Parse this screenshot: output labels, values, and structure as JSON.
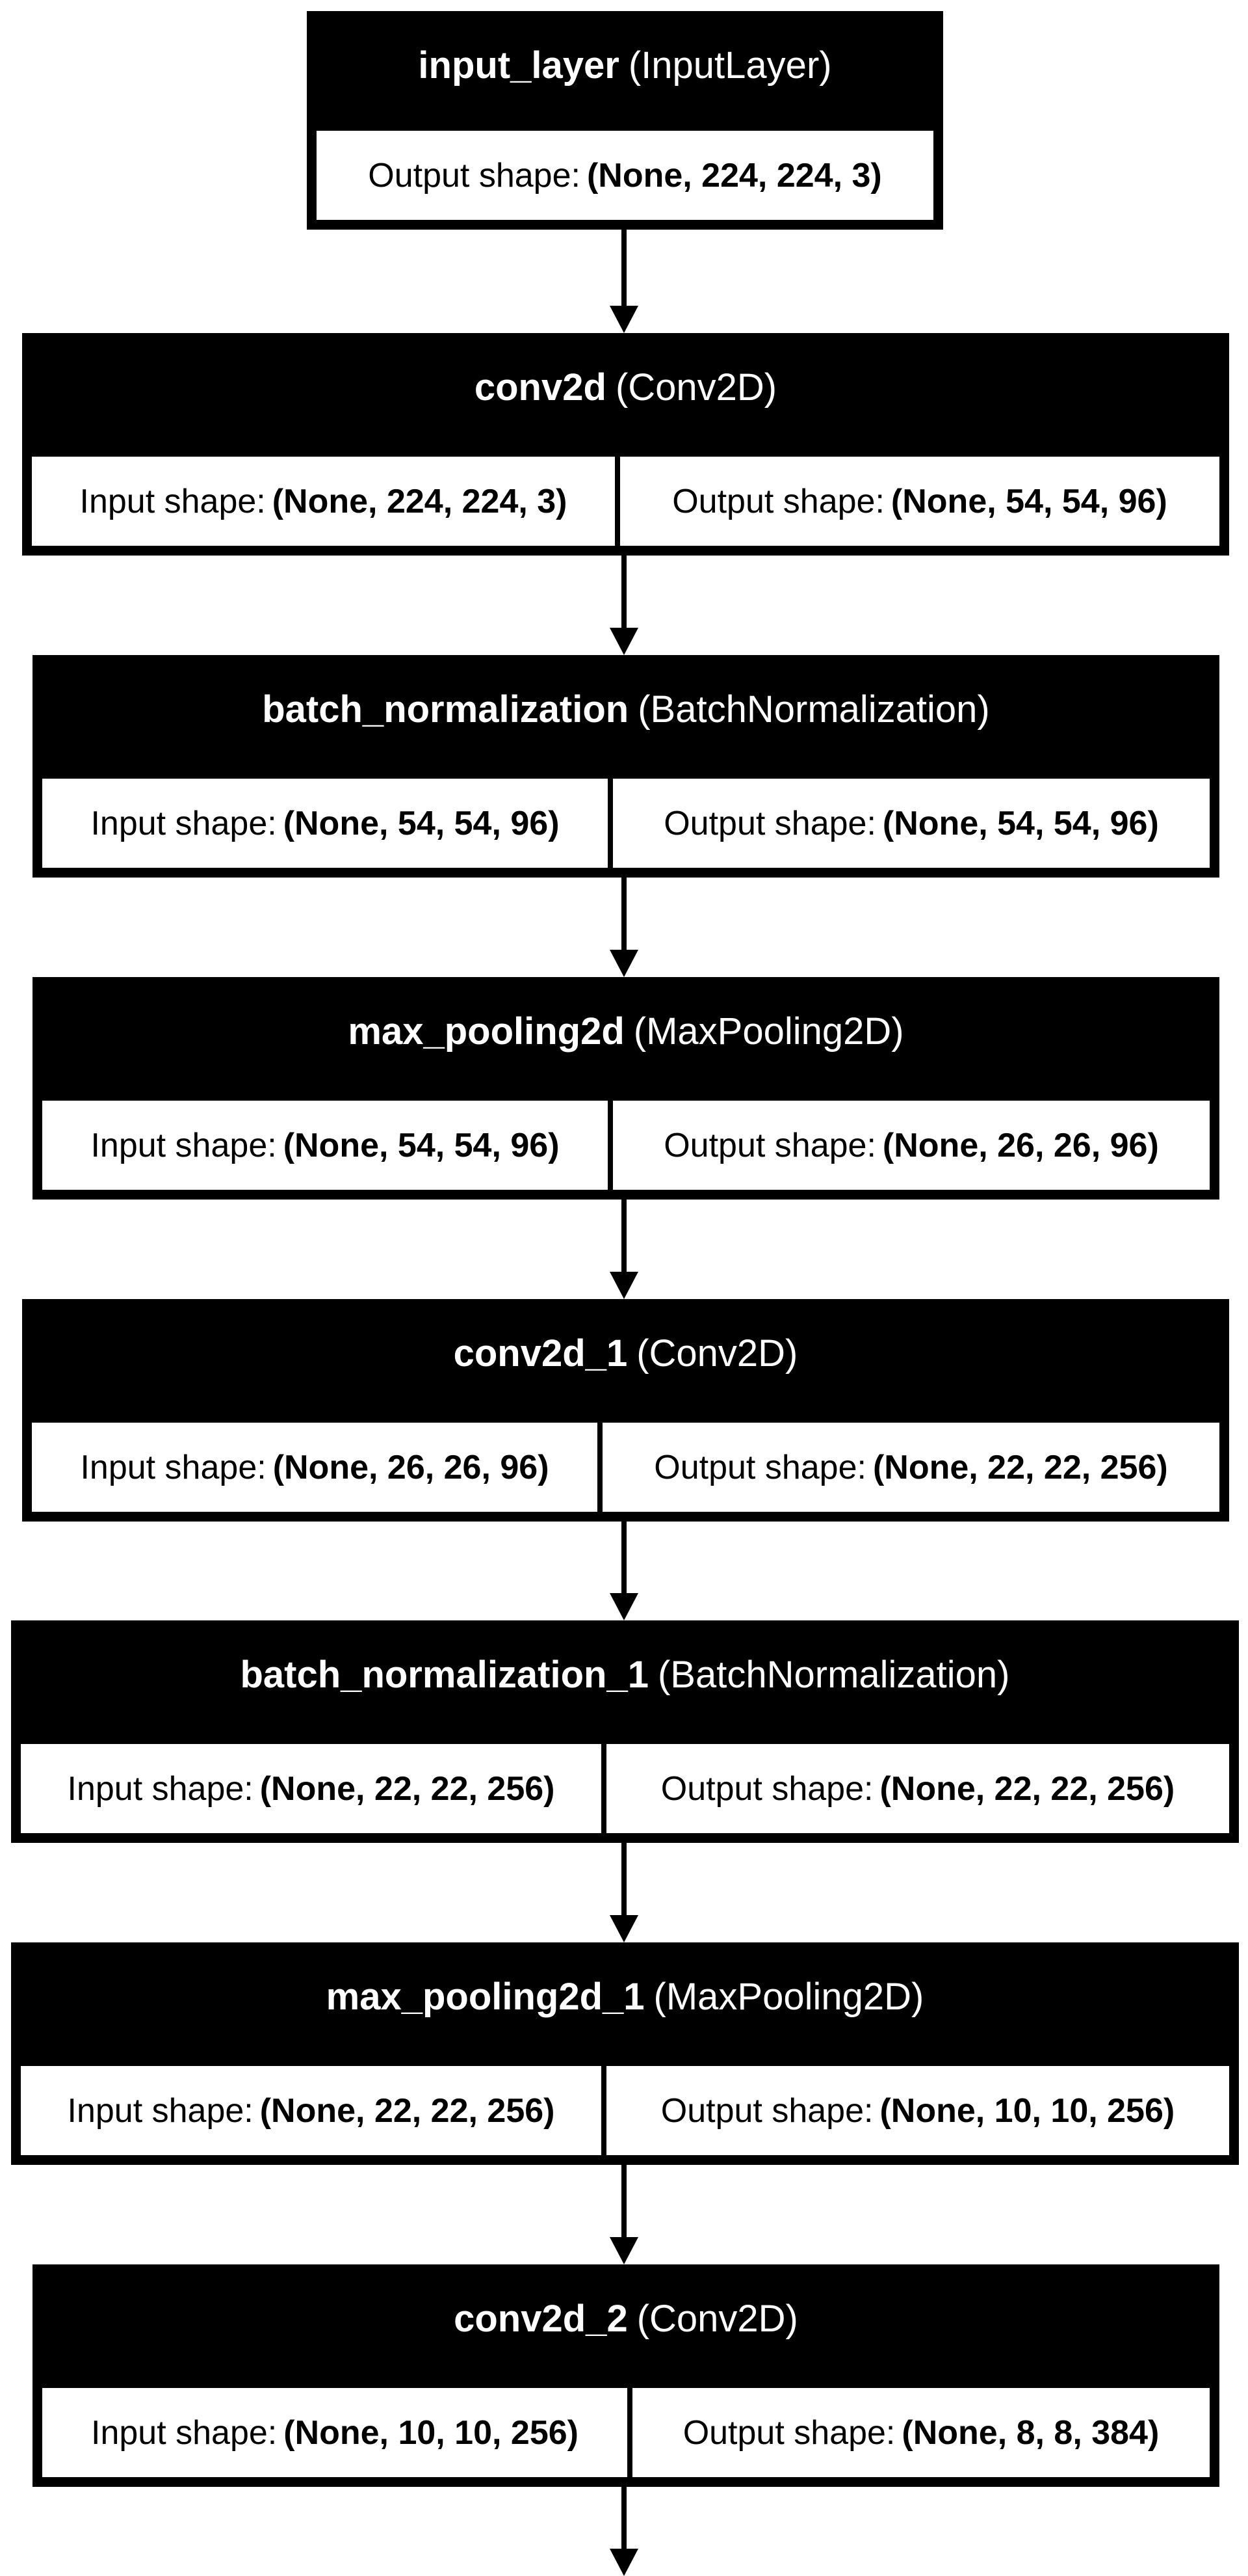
{
  "layers": [
    {
      "id": "input_layer",
      "name": "input_layer",
      "type": "(InputLayer)",
      "input_label": "",
      "input_shape": "",
      "output_label": "Output shape:",
      "output_shape": "(None, 224, 224, 3)"
    },
    {
      "id": "conv2d",
      "name": "conv2d",
      "type": "(Conv2D)",
      "input_label": "Input shape:",
      "input_shape": "(None, 224, 224, 3)",
      "output_label": "Output shape:",
      "output_shape": "(None, 54, 54, 96)"
    },
    {
      "id": "batch_normalization",
      "name": "batch_normalization",
      "type": "(BatchNormalization)",
      "input_label": "Input shape:",
      "input_shape": "(None, 54, 54, 96)",
      "output_label": "Output shape:",
      "output_shape": "(None, 54, 54, 96)"
    },
    {
      "id": "max_pooling2d",
      "name": "max_pooling2d",
      "type": "(MaxPooling2D)",
      "input_label": "Input shape:",
      "input_shape": "(None, 54, 54, 96)",
      "output_label": "Output shape:",
      "output_shape": "(None, 26, 26, 96)"
    },
    {
      "id": "conv2d_1",
      "name": "conv2d_1",
      "type": "(Conv2D)",
      "input_label": "Input shape:",
      "input_shape": "(None, 26, 26, 96)",
      "output_label": "Output shape:",
      "output_shape": "(None, 22, 22, 256)"
    },
    {
      "id": "batch_normalization_1",
      "name": "batch_normalization_1",
      "type": "(BatchNormalization)",
      "input_label": "Input shape:",
      "input_shape": "(None, 22, 22, 256)",
      "output_label": "Output shape:",
      "output_shape": "(None, 22, 22, 256)"
    },
    {
      "id": "max_pooling2d_1",
      "name": "max_pooling2d_1",
      "type": "(MaxPooling2D)",
      "input_label": "Input shape:",
      "input_shape": "(None, 22, 22, 256)",
      "output_label": "Output shape:",
      "output_shape": "(None, 10, 10, 256)"
    },
    {
      "id": "conv2d_2",
      "name": "conv2d_2",
      "type": "(Conv2D)",
      "input_label": "Input shape:",
      "input_shape": "(None, 10, 10, 256)",
      "output_label": "Output shape:",
      "output_shape": "(None, 8, 8, 384)"
    }
  ]
}
